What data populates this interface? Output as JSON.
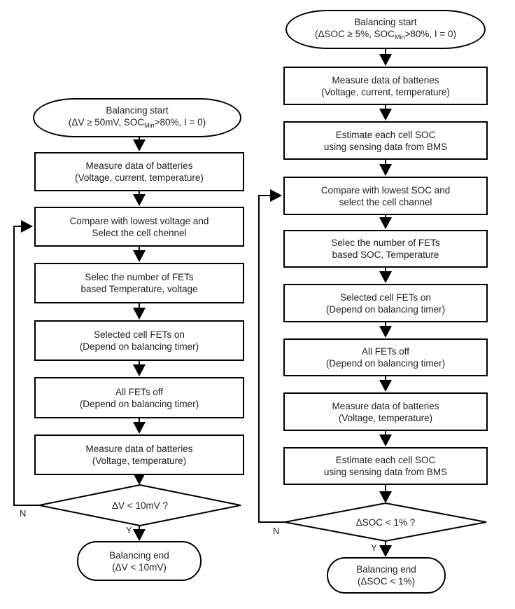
{
  "colors": {
    "background": "#ffffff",
    "line": "#000000",
    "text": "#1f1f1f"
  },
  "diagram": {
    "left": {
      "start": {
        "line1": "Balancing start",
        "line2_pre": "(ΔV ≥ 50mV, SOC",
        "line2_sub": "Min",
        "line2_post": ">80%, I = 0)"
      },
      "steps": [
        {
          "line1": "Measure data of batteries",
          "line2": "(Voltage, current, temperature)"
        },
        {
          "line1": "Compare with lowest voltage and",
          "line2": "Select the cell chennel"
        },
        {
          "line1": "Selec the number of FETs",
          "line2": "based Temperature, voltage"
        },
        {
          "line1": "Selected cell FETs on",
          "line2": "(Depend on balancing timer)"
        },
        {
          "line1": "All FETs off",
          "line2": "(Depend on balancing timer)"
        },
        {
          "line1": "Measure data of batteries",
          "line2": "(Voltage, temperature)"
        }
      ],
      "decision": "ΔV < 10mV ?",
      "yes_label": "Y",
      "no_label": "N",
      "end": {
        "line1": "Balancing end",
        "line2": "(ΔV < 10mV)"
      }
    },
    "right": {
      "start": {
        "line1": "Balancing start",
        "line2_pre": "(ΔSOC ≥ 5%, SOC",
        "line2_sub": "Min",
        "line2_post": ">80%, I = 0)"
      },
      "steps": [
        {
          "line1": "Measure data of batteries",
          "line2": "(Voltage, current, temperature)"
        },
        {
          "line1": "Estimate each cell SOC",
          "line2": "using sensing data from BMS"
        },
        {
          "line1": "Compare with lowest SOC and",
          "line2": "select the cell channel"
        },
        {
          "line1": "Selec the number of FETs",
          "line2": "based SOC, Temperature"
        },
        {
          "line1": "Selected cell FETs on",
          "line2": "(Depend on balancing timer)"
        },
        {
          "line1": "All FETs off",
          "line2": "(Depend on balancing timer)"
        },
        {
          "line1": "Measure data of batteries",
          "line2": "(Voltage, temperature)"
        },
        {
          "line1": "Estimate each cell SOC",
          "line2": "using sensing data from BMS"
        }
      ],
      "decision": "ΔSOC < 1% ?",
      "yes_label": "Y",
      "no_label": "N",
      "end": {
        "line1": "Balancing end",
        "line2": "(ΔSOC < 1%)"
      }
    }
  }
}
